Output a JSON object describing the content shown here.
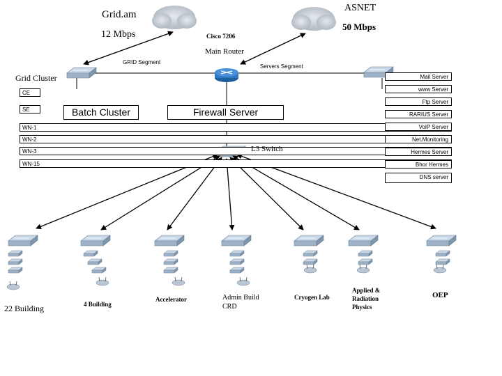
{
  "links": {
    "grid_am": "Grid.am",
    "grid_speed": "12 Mbps",
    "asnet": "ASNET",
    "asnet_speed": "50 Mbps"
  },
  "router": {
    "model": "Cisco 7206",
    "name": "Main Router",
    "grid_segment": "GRID Segment",
    "servers_segment": "Servers Segment"
  },
  "grid_cluster": {
    "title": "Grid Cluster",
    "nodes": [
      "CE",
      "SE",
      "WN-1",
      "WN-2",
      "WN-3",
      "WN-15"
    ]
  },
  "batch_cluster": "Batch Cluster",
  "firewall": "Firewall Server",
  "servers": [
    "Mail Server",
    "www Server",
    "Ftp Server",
    "RARIUS Server",
    "VoIP Server",
    "Net.Monitoring",
    "Hermes Server",
    "Bhor Hermes",
    "DNS server"
  ],
  "l3_switch": "L3 Switch",
  "buildings": [
    {
      "id": "b22",
      "name": "22 Building"
    },
    {
      "id": "b4",
      "name": "4 Building"
    },
    {
      "id": "acc",
      "name": "Accelerator"
    },
    {
      "id": "admin",
      "name": "Admin Build\nCRD"
    },
    {
      "id": "cryo",
      "name": "Cryogen Lab"
    },
    {
      "id": "arp",
      "name": "Applied &\nRadiation\nPhysics"
    },
    {
      "id": "oep",
      "name": "OEP"
    }
  ],
  "colors": {
    "device_top": "#c9d6e6",
    "device_side": "#8aa0b8",
    "router": "#2f78c4",
    "cloud": "#c4cbd3"
  }
}
